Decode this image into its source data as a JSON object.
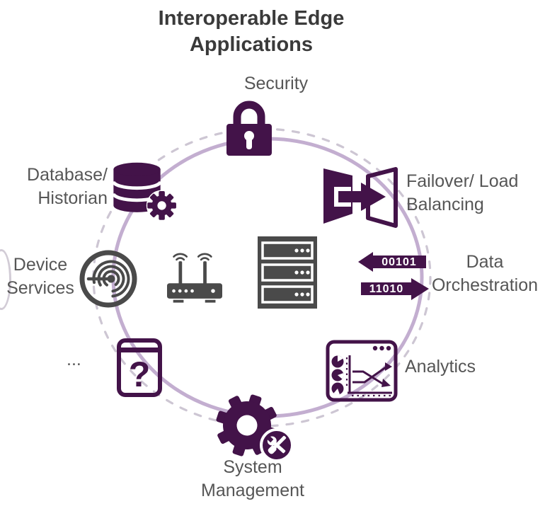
{
  "title": {
    "line1": "Interoperable Edge",
    "line2": "Applications"
  },
  "nodes": {
    "security": {
      "label": "Security",
      "icon": "lock-icon"
    },
    "database": {
      "label_line1": "Database/",
      "label_line2": "Historian",
      "icon": "database-gear-icon"
    },
    "failover": {
      "label_line1": "Failover/ Load",
      "label_line2": "Balancing",
      "icon": "open-door-arrow-icon"
    },
    "orchestration": {
      "label_line1": "Data",
      "label_line2": "Orchestration",
      "binary_up": "00101",
      "binary_down": "11010",
      "icon": "data-exchange-arrows-icon"
    },
    "analytics": {
      "label": "Analytics",
      "icon": "chart-window-icon"
    },
    "system": {
      "label_line1": "System",
      "label_line2": "Management",
      "icon": "gear-tools-icon"
    },
    "other": {
      "label": "...",
      "icon": "question-document-icon"
    },
    "device": {
      "label_line1": "Device",
      "label_line2": "Services",
      "icon": "radar-vortex-icon"
    }
  },
  "center": {
    "icons": [
      "wireless-router-icon",
      "server-rack-icon"
    ]
  },
  "colors": {
    "purple": "#431349",
    "ring": "#c3aed0",
    "dashed_ring": "#cdc6d3",
    "gray": "#4a4a4a",
    "label": "#565656",
    "title": "#3a3a3a"
  }
}
